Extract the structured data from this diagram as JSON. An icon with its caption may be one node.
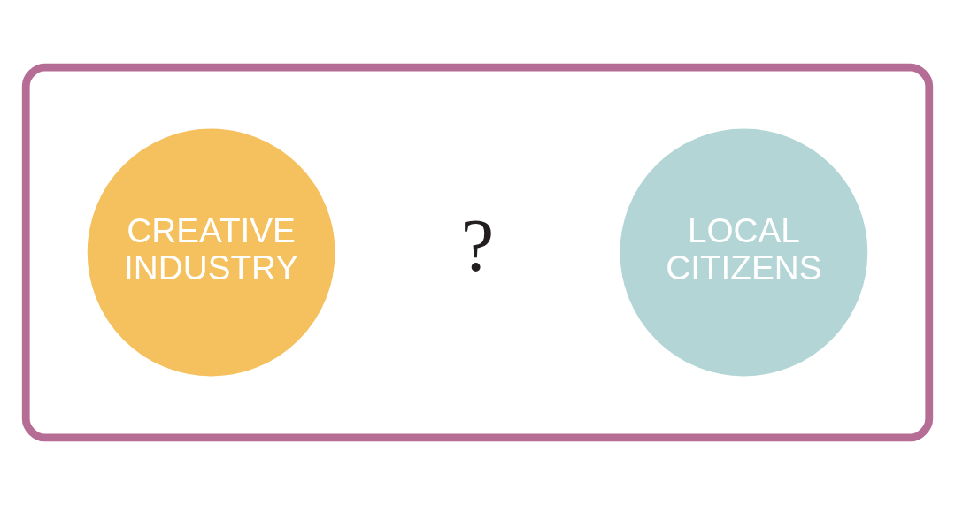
{
  "diagram": {
    "nodes": [
      {
        "text": [],
        "shape": "ellipse"
      },
      {
        "text": [
          "CREATIVE INDUSTRY"
        ],
        "in": 0
      },
      {
        "text": [
          "LOCAL CITIZENS"
        ],
        "in": 0
      }
    ],
    "edges": [],
    "labels": [
      "?"
    ]
  }
}
